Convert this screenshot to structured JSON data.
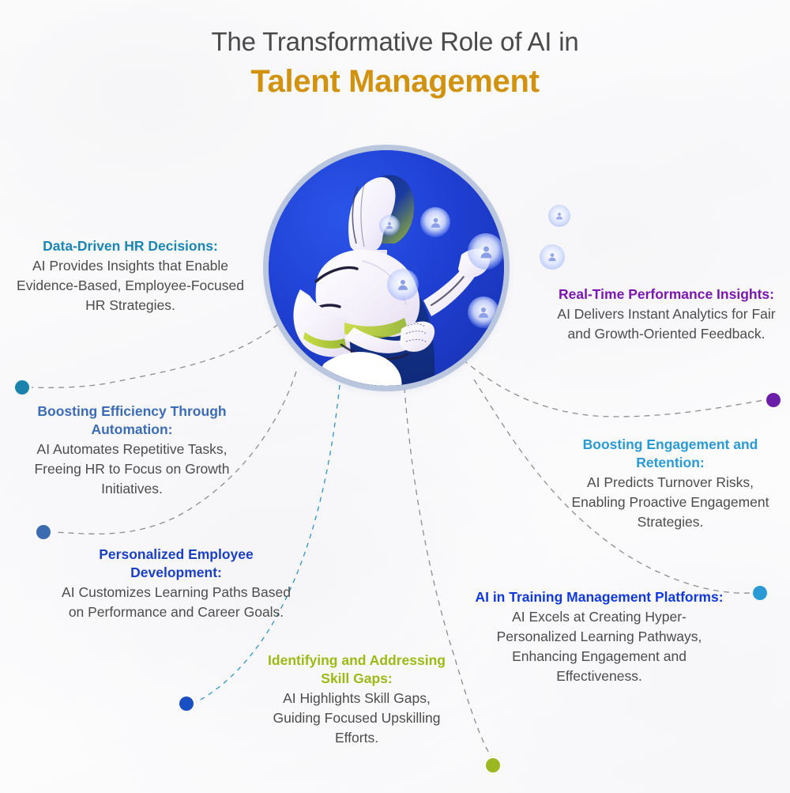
{
  "title": {
    "line1": "The Transformative Role of AI in",
    "line2": "Talent Management",
    "line1_color": "#4a4a4a",
    "line2_color": "#d1920f"
  },
  "center": {
    "image_name": "ai-robot-in-blue-circle",
    "circle_color": "#1f3fd2",
    "ring_color": "#b9c6de",
    "avatar_icon_label": "user-avatar-icon",
    "avatar_count": 7
  },
  "blocks": [
    {
      "id": "data-driven-hr-decisions",
      "heading": "Data-Driven HR Decisions:",
      "body": "AI Provides Insights that Enable Evidence-Based, Employee-Focused HR Strategies.",
      "heading_color": "#1b86b4",
      "dot_color": "#1b82ab"
    },
    {
      "id": "boosting-efficiency-through-automation",
      "heading": "Boosting Efficiency Through Automation:",
      "body": "AI Automates Repetitive Tasks, Freeing HR to Focus on Growth Initiatives.",
      "heading_color": "#3c6cb4",
      "dot_color": "#3d6baf"
    },
    {
      "id": "personalized-employee-development",
      "heading": "Personalized Employee Development:",
      "body": "AI Customizes Learning Paths Based on Performance and Career Goals.",
      "heading_color": "#1b3fc3",
      "dot_color": "#1a4fc4"
    },
    {
      "id": "identifying-and-addressing-skill-gaps",
      "heading": "Identifying and Addressing Skill Gaps:",
      "body": "AI Highlights Skill Gaps, Guiding Focused Upskilling Efforts.",
      "heading_color": "#9bba15",
      "dot_color": "#9cb820"
    },
    {
      "id": "real-time-performance-insights",
      "heading": "Real-Time Performance Insights:",
      "body": "AI Delivers Instant Analytics for Fair and Growth-Oriented Feedback.",
      "heading_color": "#7b16b0",
      "dot_color": "#6b1fa8"
    },
    {
      "id": "boosting-engagement-and-retention",
      "heading": "Boosting Engagement and Retention:",
      "body": "AI Predicts Turnover Risks, Enabling Proactive Engagement Strategies.",
      "heading_color": "#2a9ad4",
      "dot_color": "#2a9ad4"
    },
    {
      "id": "ai-in-training-management-platforms",
      "heading": "AI in Training Management Platforms:",
      "body": "AI Excels at Creating Hyper-Personalized Learning Pathways, Enhancing Engagement and Effectiveness.",
      "heading_color": "#1039dd",
      "dot_color": "#2a9ad4"
    }
  ],
  "connectors": {
    "dashed_gray": "#8d8d8d",
    "dashed_blue": "#2f93c7"
  }
}
